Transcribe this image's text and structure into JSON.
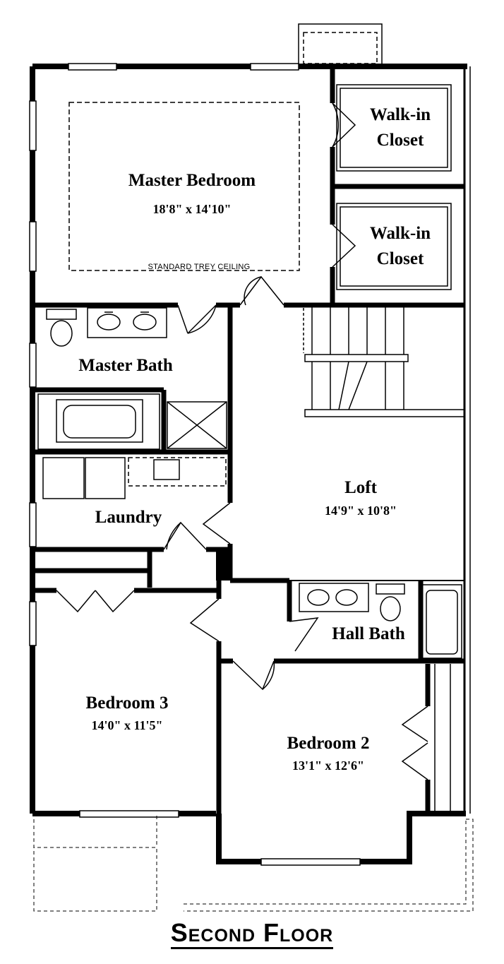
{
  "title": "Second Floor",
  "rooms": {
    "master_bedroom": {
      "name": "Master Bedroom",
      "dims": "18'8\" x 14'10\"",
      "note": "STANDARD TREY CEILING"
    },
    "walk_in_closet_1": {
      "line1": "Walk-in",
      "line2": "Closet"
    },
    "walk_in_closet_2": {
      "line1": "Walk-in",
      "line2": "Closet"
    },
    "master_bath": {
      "name": "Master Bath"
    },
    "laundry": {
      "name": "Laundry"
    },
    "loft": {
      "name": "Loft",
      "dims": "14'9\" x 10'8\""
    },
    "hall_bath": {
      "name": "Hall Bath"
    },
    "bedroom_3": {
      "name": "Bedroom 3",
      "dims": "14'0\" x 11'5\""
    },
    "bedroom_2": {
      "name": "Bedroom 2",
      "dims": "13'1\" x 12'6\""
    }
  }
}
